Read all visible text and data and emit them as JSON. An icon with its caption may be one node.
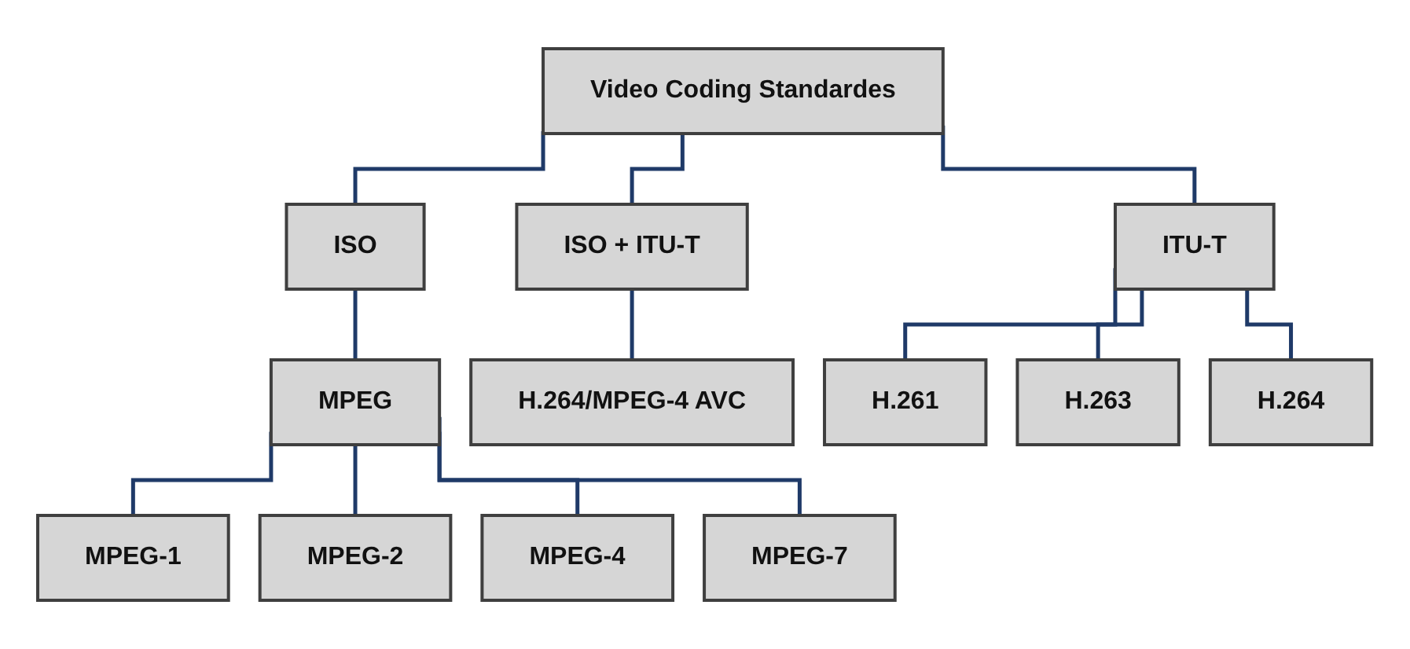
{
  "diagram": {
    "nodes": [
      {
        "text": [
          "Video Coding Standardes"
        ]
      },
      {
        "text": [
          "ISO"
        ]
      },
      {
        "text": [
          "ISO + ITU-T"
        ]
      },
      {
        "text": [
          "ITU-T"
        ]
      },
      {
        "text": [
          "MPEG"
        ]
      },
      {
        "text": [
          "H.264/MPEG-4 AVC"
        ]
      },
      {
        "text": [
          "H.261"
        ]
      },
      {
        "text": [
          "H.263"
        ]
      },
      {
        "text": [
          "H.264"
        ]
      },
      {
        "text": [
          "MPEG-1"
        ]
      },
      {
        "text": [
          "MPEG-2"
        ]
      },
      {
        "text": [
          "MPEG-4"
        ]
      },
      {
        "text": [
          "MPEG-7"
        ]
      }
    ],
    "edges": [
      {
        "from": 0,
        "to": 1,
        "arrow": "none"
      },
      {
        "from": 0,
        "to": 2,
        "arrow": "none"
      },
      {
        "from": 0,
        "to": 3,
        "arrow": "none"
      },
      {
        "from": 1,
        "to": 4,
        "arrow": "none"
      },
      {
        "from": 2,
        "to": 5,
        "arrow": "none"
      },
      {
        "from": 3,
        "to": 6,
        "arrow": "none"
      },
      {
        "from": 3,
        "to": 7,
        "arrow": "none"
      },
      {
        "from": 3,
        "to": 8,
        "arrow": "none"
      },
      {
        "from": 4,
        "to": 9,
        "arrow": "none"
      },
      {
        "from": 4,
        "to": 10,
        "arrow": "none"
      },
      {
        "from": 4,
        "to": 11,
        "arrow": "none"
      },
      {
        "from": 4,
        "to": 12,
        "arrow": "none"
      }
    ]
  }
}
